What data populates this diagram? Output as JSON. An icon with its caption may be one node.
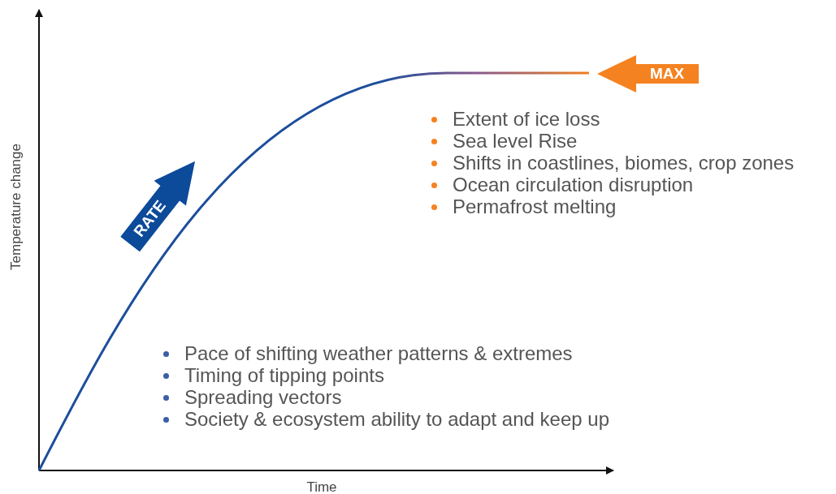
{
  "diagram": {
    "nodes": [
      {
        "text": [
          "RATE"
        ]
      },
      {
        "text": [
          "MAX"
        ]
      }
    ],
    "labels": [
      "Extent of ice loss",
      "Sea level Rise",
      "Shifts in coastlines, biomes, crop zones",
      "Ocean circulation disruption",
      "Permafrost melting",
      "Temperature change",
      "Pace of shifting weather patterns & extremes",
      "Timing of tipping points",
      "Spreading vectors",
      "Society & ecosystem ability to adapt and keep up",
      "Time"
    ]
  }
}
